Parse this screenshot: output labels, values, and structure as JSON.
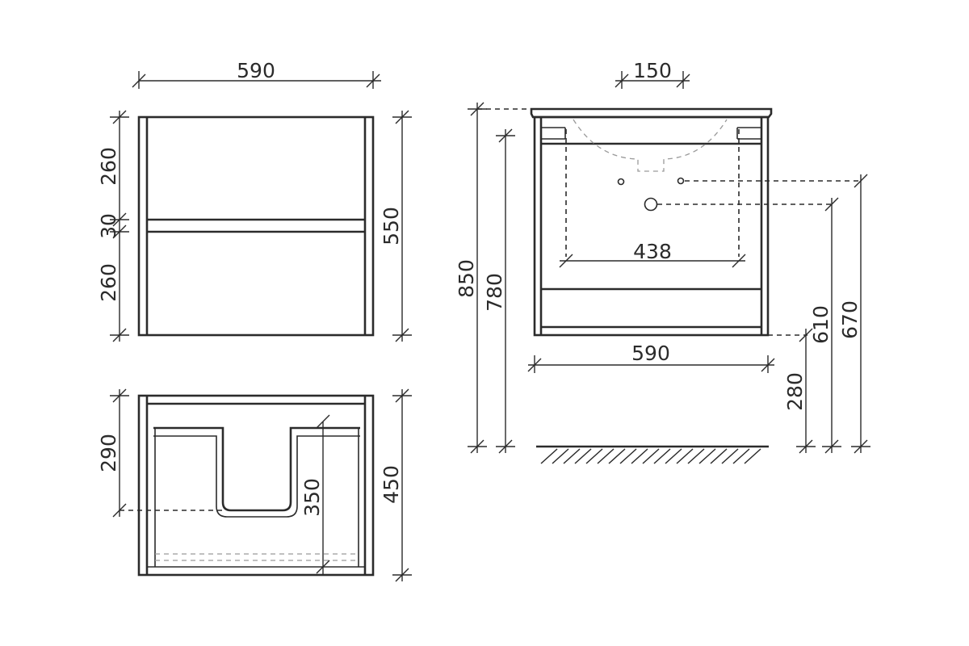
{
  "views": {
    "front": {
      "width": "590",
      "height": "550",
      "drawer_top": "260",
      "gap": "30",
      "drawer_bottom": "260"
    },
    "side": {
      "depth": "450",
      "siphon_offset": "290",
      "cutout_depth": "350"
    },
    "installation": {
      "tap_hole_offset": "150",
      "total_height": "850",
      "cabinet_height": "780",
      "inner_width": "438",
      "width": "590",
      "drain_height": "610",
      "water_height": "670",
      "floor_clearance": "280"
    }
  }
}
